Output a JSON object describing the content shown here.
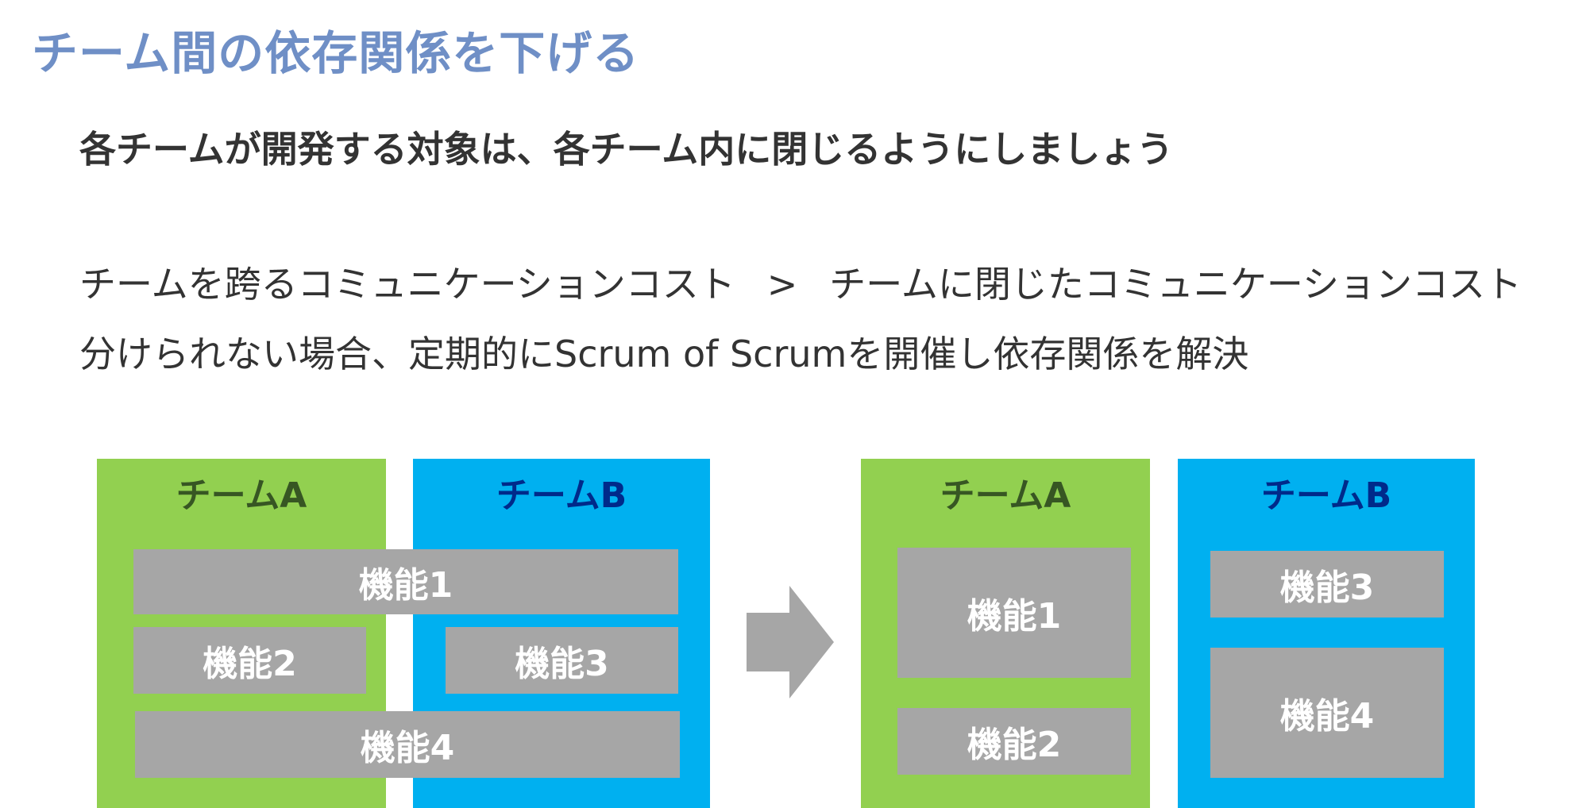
{
  "title": "チーム間の依存関係を下げる",
  "subtitle": "各チームが開発する対象は、各チーム内に閉じるようにしましょう",
  "line1": {
    "left": "チームを跨るコミュニケーションコスト",
    "operator": ">",
    "right": "チームに閉じたコミュニケーションコスト"
  },
  "line2": "分けられない場合、定期的にScrum of Scrumを開催し依存関係を解決",
  "before": {
    "team_a": "チームA",
    "team_b": "チームB",
    "f1": "機能1",
    "f2": "機能2",
    "f3": "機能3",
    "f4": "機能4"
  },
  "after": {
    "team_a": "チームA",
    "team_b": "チームB",
    "f1": "機能1",
    "f2": "機能2",
    "f3": "機能3",
    "f4": "機能4"
  },
  "colors": {
    "title": "#6f8fc6",
    "team_a_bg": "#92d050",
    "team_b_bg": "#00b0f0",
    "function_box": "#a6a6a6",
    "arrow": "#a6a6a6"
  },
  "icons": {
    "transition": "right-arrow-icon"
  }
}
